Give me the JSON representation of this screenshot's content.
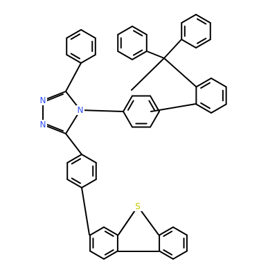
{
  "structure": {
    "atoms": [
      {
        "symbol": "N",
        "color": "#3050f8"
      },
      {
        "symbol": "N",
        "color": "#3050f8"
      },
      {
        "symbol": "N",
        "color": "#3050f8"
      },
      {
        "symbol": "S",
        "color": "#c8c800"
      }
    ]
  }
}
